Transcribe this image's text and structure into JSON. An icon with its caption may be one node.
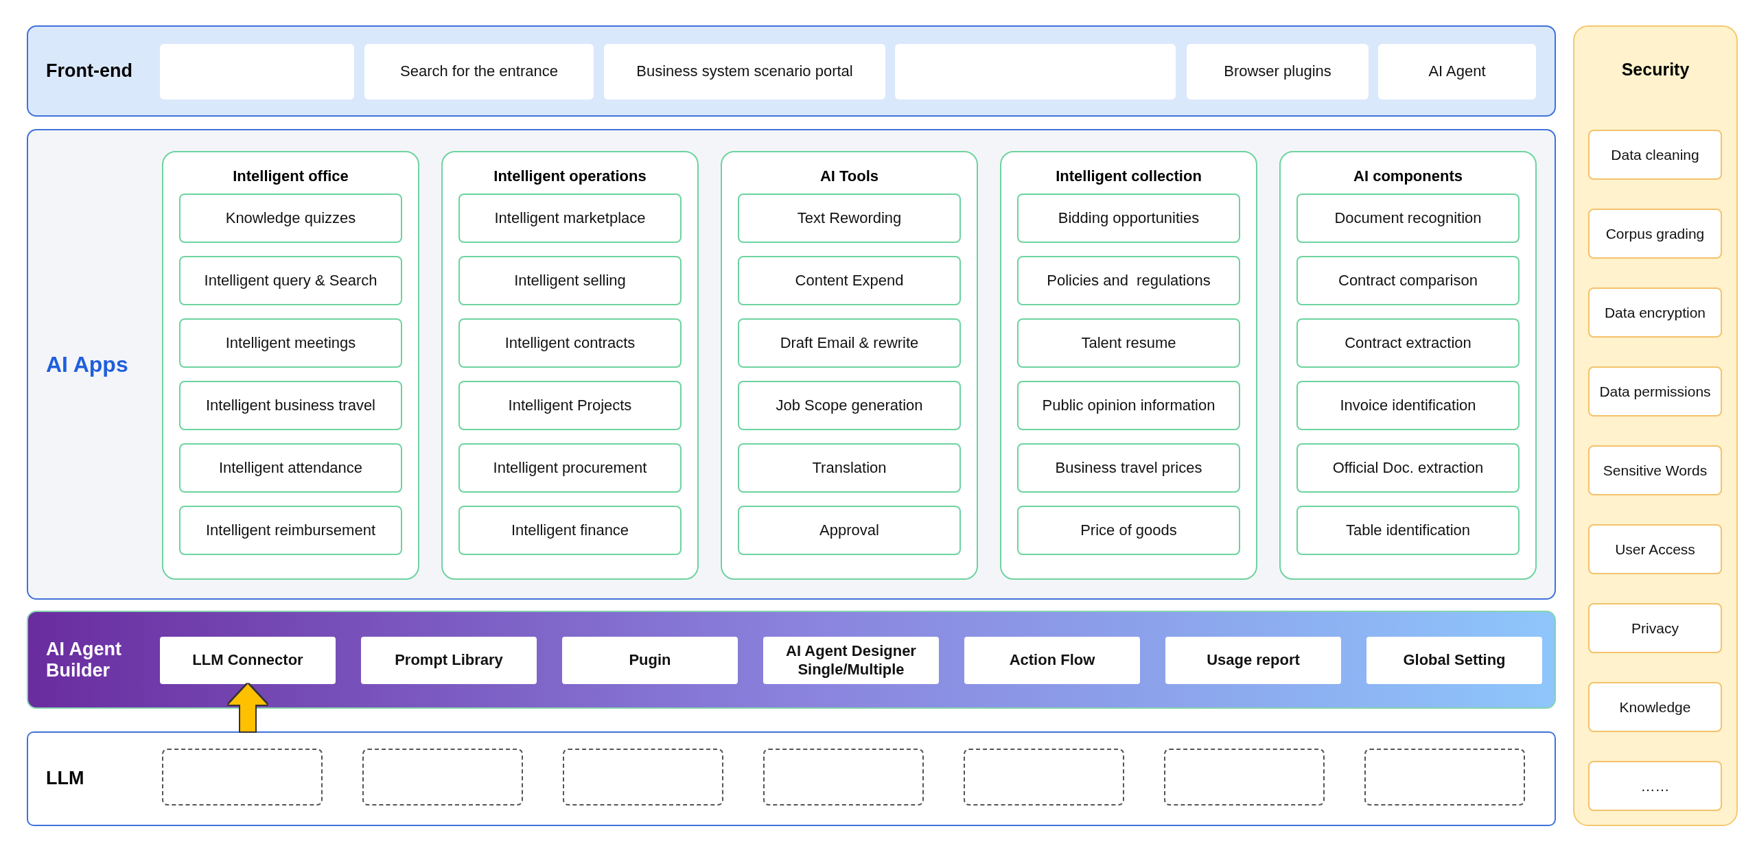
{
  "diagram": {
    "nodes": [
      {
        "text": [
          "Front-end"
        ]
      },
      {
        "text": [],
        "shape": "box",
        "in": 0
      },
      {
        "text": [
          "Search for the entrance"
        ],
        "in": 0
      },
      {
        "text": [
          "Business system scenario portal"
        ],
        "in": 0
      },
      {
        "text": [],
        "shape": "box",
        "in": 0
      },
      {
        "text": [
          "Browser plugins"
        ],
        "in": 0
      },
      {
        "text": [
          "AI Agent"
        ],
        "in": 0
      },
      {
        "text": [
          "AI Apps"
        ]
      },
      {
        "text": [
          "Intelligent office"
        ],
        "in": 7
      },
      {
        "text": [
          "Knowledge quizzes"
        ],
        "in": 8
      },
      {
        "text": [
          "Intelligent query & Search"
        ],
        "in": 8
      },
      {
        "text": [
          "Intelligent meetings"
        ],
        "in": 8
      },
      {
        "text": [
          "Intelligent business travel"
        ],
        "in": 8
      },
      {
        "text": [
          "Intelligent attendance"
        ],
        "in": 8
      },
      {
        "text": [
          "Intelligent reimbursement"
        ],
        "in": 8
      },
      {
        "text": [
          "Intelligent operations"
        ],
        "in": 7
      },
      {
        "text": [
          "Intelligent marketplace"
        ],
        "in": 15
      },
      {
        "text": [
          "Intelligent selling"
        ],
        "in": 15
      },
      {
        "text": [
          "Intelligent contracts"
        ],
        "in": 15
      },
      {
        "text": [
          "Intelligent Projects"
        ],
        "in": 15
      },
      {
        "text": [
          "Intelligent procurement"
        ],
        "in": 15
      },
      {
        "text": [
          "Intelligent finance"
        ],
        "in": 15
      },
      {
        "text": [
          "AI Tools"
        ],
        "in": 7
      },
      {
        "text": [
          "Text Rewording"
        ],
        "in": 22
      },
      {
        "text": [
          "Content Expend"
        ],
        "in": 22
      },
      {
        "text": [
          "Draft Email & rewrite"
        ],
        "in": 22
      },
      {
        "text": [
          "Job Scope generation"
        ],
        "in": 22
      },
      {
        "text": [
          "Translation"
        ],
        "in": 22
      },
      {
        "text": [
          "Approval"
        ],
        "in": 22
      },
      {
        "text": [
          "Intelligent collection"
        ],
        "in": 7
      },
      {
        "text": [
          "Bidding opportunities"
        ],
        "in": 29
      },
      {
        "text": [
          "Policies and  regulations"
        ],
        "in": 29
      },
      {
        "text": [
          "Talent resume"
        ],
        "in": 29
      },
      {
        "text": [
          "Public opinion information"
        ],
        "in": 29
      },
      {
        "text": [
          "Business travel prices"
        ],
        "in": 29
      },
      {
        "text": [
          "Price of goods"
        ],
        "in": 29
      },
      {
        "text": [
          "AI components"
        ],
        "in": 7
      },
      {
        "text": [
          "Document recognition"
        ],
        "in": 36
      },
      {
        "text": [
          "Contract comparison"
        ],
        "in": 36
      },
      {
        "text": [
          "Contract extraction"
        ],
        "in": 36
      },
      {
        "text": [
          "Invoice identification"
        ],
        "in": 36
      },
      {
        "text": [
          "Official Doc. extraction"
        ],
        "in": 36
      },
      {
        "text": [
          "Table identification"
        ],
        "in": 36
      },
      {
        "text": [
          "AI Agent Builder"
        ]
      },
      {
        "text": [
          "LLM Connector"
        ],
        "in": 43
      },
      {
        "text": [
          "Prompt Library"
        ],
        "in": 43
      },
      {
        "text": [
          "Pugin"
        ],
        "in": 43
      },
      {
        "text": [
          "AI Agent Designer Single/Multiple"
        ],
        "in": 43
      },
      {
        "text": [
          "Action Flow"
        ],
        "in": 43
      },
      {
        "text": [
          "Usage report"
        ],
        "in": 43
      },
      {
        "text": [
          "Global Setting"
        ],
        "in": 43
      },
      {
        "text": [
          "LLM"
        ]
      },
      {
        "text": [],
        "shape": "box",
        "in": 51
      },
      {
        "text": [],
        "shape": "box",
        "in": 51
      },
      {
        "text": [],
        "shape": "box",
        "in": 51
      },
      {
        "text": [],
        "shape": "box",
        "in": 51
      },
      {
        "text": [],
        "shape": "box",
        "in": 51
      },
      {
        "text": [],
        "shape": "box",
        "in": 51
      },
      {
        "text": [],
        "shape": "box",
        "in": 51
      },
      {
        "text": [
          "Security"
        ]
      },
      {
        "text": [
          "Data cleaning"
        ],
        "in": 59
      },
      {
        "text": [
          "Corpus grading"
        ],
        "in": 59
      },
      {
        "text": [
          "Data encryption"
        ],
        "in": 59
      },
      {
        "text": [
          "Data permissions"
        ],
        "in": 59
      },
      {
        "text": [
          "Sensitive Words"
        ],
        "in": 59
      },
      {
        "text": [
          "User Access"
        ],
        "in": 59
      },
      {
        "text": [
          "Privacy"
        ],
        "in": 59
      },
      {
        "text": [
          "Knowledge"
        ],
        "in": 59
      },
      {
        "text": [
          "……"
        ],
        "in": 59
      }
    ],
    "edges": [
      {
        "from": 51,
        "to": 44,
        "arrow": "to"
      }
    ]
  }
}
